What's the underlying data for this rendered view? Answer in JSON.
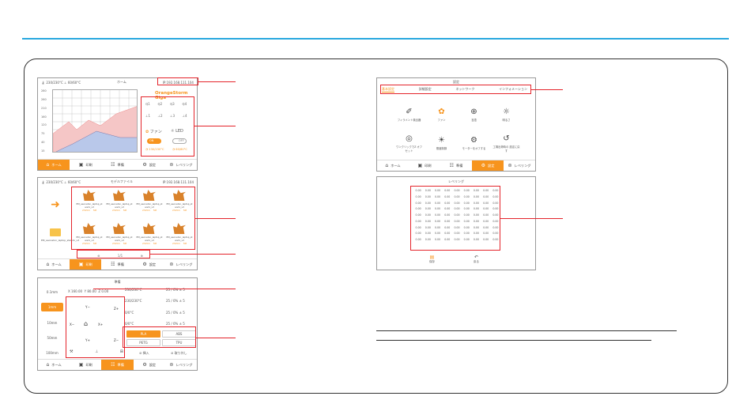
{
  "status": {
    "nozzle_temp": "230/230°C",
    "bed_temp": "60/60°C",
    "ip": "IP:192.168.111.104"
  },
  "home": {
    "title": "ホーム",
    "model": "OrangeStorm Giga",
    "y_ticks": [
      "280",
      "260",
      "210",
      "160",
      "120",
      "75",
      "40",
      "15"
    ],
    "fan": "ファン",
    "led": "LED",
    "fan_toggle": "ON",
    "led_toggle": "OFF",
    "nozzle_reading": "230/230°C",
    "bed_reading": "60/60°C",
    "nozzle_cells": [
      "1",
      "2",
      "3",
      "4"
    ],
    "bed_cells": [
      "1",
      "2",
      "3",
      "4"
    ]
  },
  "files": {
    "title": "モデルファイル",
    "file_name": "EM_eeoneton_laptop_stand1_v3",
    "file_time": "2h15m",
    "file_size": "5M",
    "folder_name": "EM_eeoneton_laptop_stand1_v3",
    "page": "1/1"
  },
  "control": {
    "title": "準備",
    "steps": [
      "0.1mm",
      "1mm",
      "10mm",
      "50mm",
      "100mm"
    ],
    "x_label": "X",
    "x_val": "160.00",
    "y_label": "Y",
    "y_val": "80.00",
    "z_label": "Z",
    "z_val": "0.00",
    "y_minus": "Y−",
    "y_plus": "Y+",
    "x_minus": "X−",
    "x_plus": "X+",
    "z_plus": "Z+",
    "z_minus": "Z−",
    "temps": [
      "230/230°C",
      "230/230°C",
      "0/0°C",
      "0/0°C"
    ],
    "fans": [
      "25 / 0% ± 5",
      "25 / 0% ± 5",
      "25 / 0% ± 5",
      "25 / 0% ± 5"
    ],
    "mode_buttons": [
      "PLA",
      "ABS",
      "PETG",
      "TPU"
    ],
    "load": "挿入",
    "unload": "取り外し"
  },
  "settings": {
    "title": "設定",
    "tabs": [
      "基本設定",
      "詳細設定",
      "ネットワーク",
      "インフォメーション"
    ],
    "items": [
      {
        "label": "フィラメント検出器",
        "icon": "filament-icon"
      },
      {
        "label": "ファン",
        "icon": "fan-icon"
      },
      {
        "label": "言語",
        "icon": "globe-icon"
      },
      {
        "label": "明るさ",
        "icon": "brightness-icon"
      },
      {
        "label": "ワンクリックでZ オフセット",
        "icon": "z-offset-icon"
      },
      {
        "label": "照度制御",
        "icon": "light-icon"
      },
      {
        "label": "モーターをオフする",
        "icon": "motor-icon"
      },
      {
        "label": "工場出荷時の 設定に戻す",
        "icon": "reset-icon"
      }
    ]
  },
  "leveling": {
    "title": "レベリング",
    "value": "0.00",
    "save": "保存",
    "back": "戻る"
  },
  "nav": {
    "home": "ホーム",
    "print": "印刷",
    "prepare": "準備",
    "settings": "設定",
    "leveling": "レベリング"
  },
  "colors": {
    "accent": "#f7941d",
    "highlight": "#e4242b",
    "rule": "#29a8df"
  }
}
